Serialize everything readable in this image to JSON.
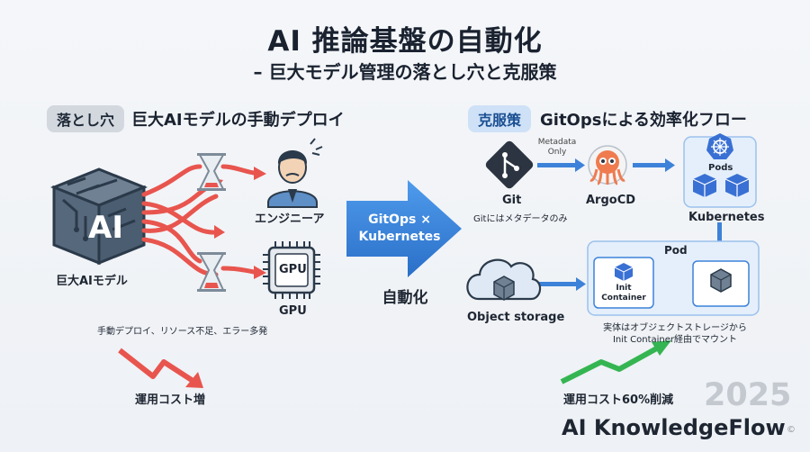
{
  "title": "AI 推論基盤の自動化",
  "subtitle": "– 巨大モデル管理の落とし穴と克服策",
  "left": {
    "tag": "落とし穴",
    "heading": "巨大AIモデルの手動デプロイ",
    "model_icon_text": "AI",
    "model_label": "巨大AIモデル",
    "engineer_label": "エンジニーア",
    "gpu_chip_text": "GPU",
    "gpu_label": "GPU",
    "problems": "手動デプロイ、リソース不足、エラー多発",
    "cost_label": "運用コスト増"
  },
  "middle": {
    "arrow_line1": "GitOps ×",
    "arrow_line2": "Kubernetes",
    "caption": "自動化"
  },
  "right": {
    "tag": "克服策",
    "heading": "GitOpsによる効率化フロー",
    "git_label": "Git",
    "git_sub": "Gitにはメタデータのみ",
    "metadata_line1": "Metadata",
    "metadata_line2": "Only",
    "argocd_label": "ArgoCD",
    "pods_label": "Pods",
    "kubernetes_label": "Kubernetes",
    "pod_label": "Pod",
    "init_line1": "Init",
    "init_line2": "Container",
    "storage_label": "Object storage",
    "note_line1": "実体はオブジェクトストレージから",
    "note_line2": "Init Container経由でマウント",
    "cost_label": "運用コスト60%削減"
  },
  "brand": {
    "year": "2025",
    "name": "AI KnowledgeFlow",
    "mark": "©"
  },
  "colors": {
    "red_arrow": "#e8554e",
    "blue_arrow": "#3d82d9",
    "green_arrow": "#35b552",
    "big_arrow": "#2f7fdc"
  }
}
